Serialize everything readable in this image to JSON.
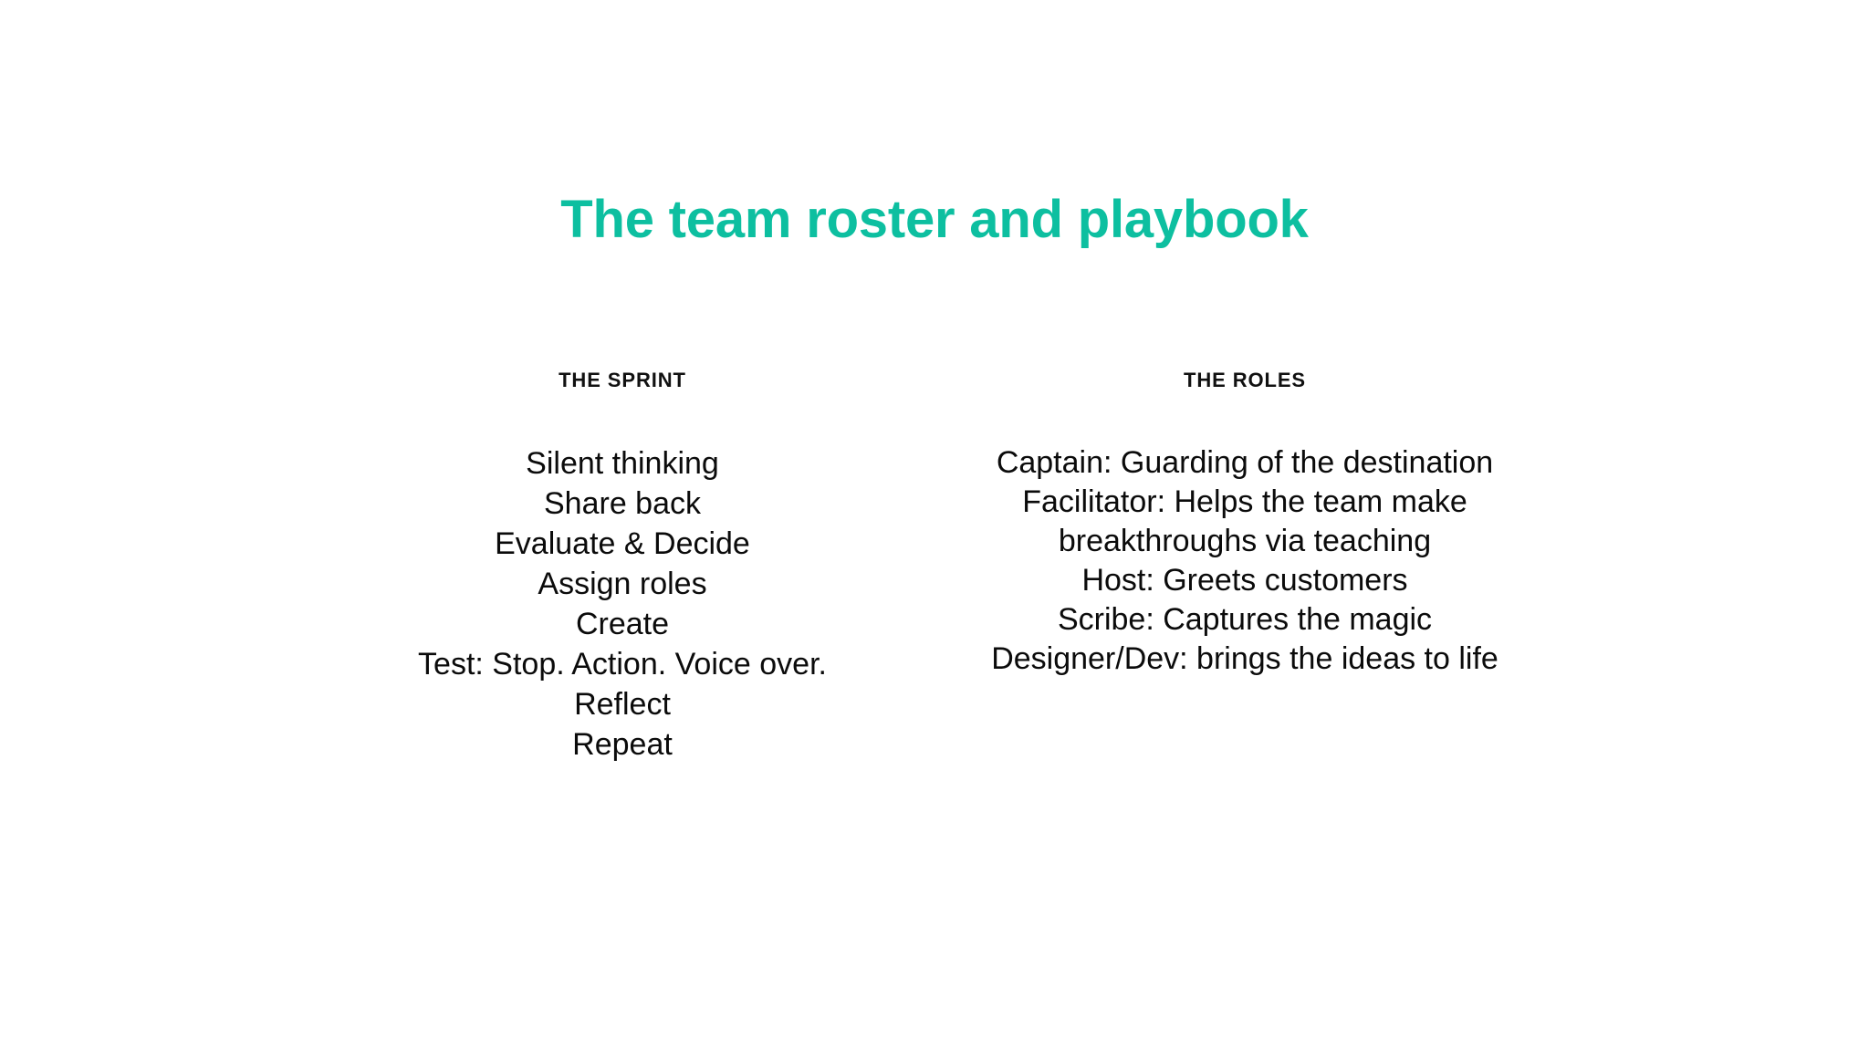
{
  "slide": {
    "title": "The team roster and playbook",
    "title_color": "#0DBFA0",
    "background_color": "#FFFFFF",
    "text_color": "#0B0B0B",
    "columns": [
      {
        "heading": "THE SPRINT",
        "items": [
          "Silent thinking",
          "Share back",
          "Evaluate & Decide",
          "Assign roles",
          "Create",
          "Test: Stop. Action. Voice over.",
          "Reflect",
          "Repeat"
        ]
      },
      {
        "heading": "THE ROLES",
        "items": [
          "Captain: Guarding of the destination",
          "Facilitator: Helps the team make\nbreakthroughs via teaching",
          "Host: Greets customers",
          "Scribe: Captures the magic",
          "Designer/Dev: brings the ideas to life"
        ]
      }
    ]
  }
}
